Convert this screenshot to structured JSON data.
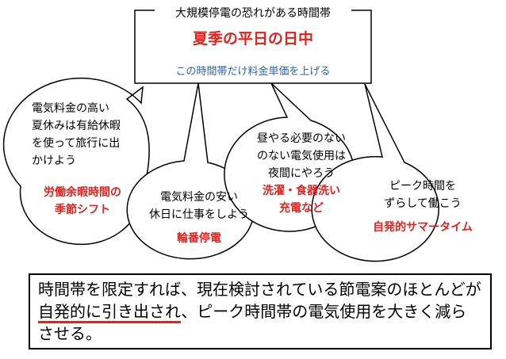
{
  "top_box": {
    "label": "大規模停電の恐れがある時間帯",
    "headline": "夏季の平日の日中",
    "subline": "この時間帯だけ料金単価を上げる"
  },
  "bubbles": [
    {
      "lines": [
        "電気料金の高い",
        "夏休みは有給休暇",
        "を使って旅行に出",
        "かけよう"
      ],
      "highlight_lines": [
        "労働余暇時間の",
        "季節シフト"
      ]
    },
    {
      "lines": [
        "電気料金の安い",
        "休日に仕事をしよう"
      ],
      "highlight_lines": [
        "輪番停電"
      ]
    },
    {
      "lines": [
        "昼やる必要のない",
        "のない電気使用は",
        "夜間にやろう"
      ],
      "highlight_lines": [
        "洗濯・食器洗い",
        "充電など"
      ]
    },
    {
      "lines": [
        "ピーク時間を",
        "ずらして働こう"
      ],
      "highlight_lines": [
        "自発的サマータイム"
      ]
    }
  ],
  "bottom_box": {
    "text_before": "時間帯を限定すれば、現在検討されている節電案のほとんどが",
    "emphasis": "自発的に引き出され",
    "text_after": "、ピーク時間帯の電気使用を大きく減らさせる。"
  },
  "colors": {
    "highlight_red": "#e3211d",
    "subline_blue": "#2b62b8",
    "outline": "#000000"
  }
}
